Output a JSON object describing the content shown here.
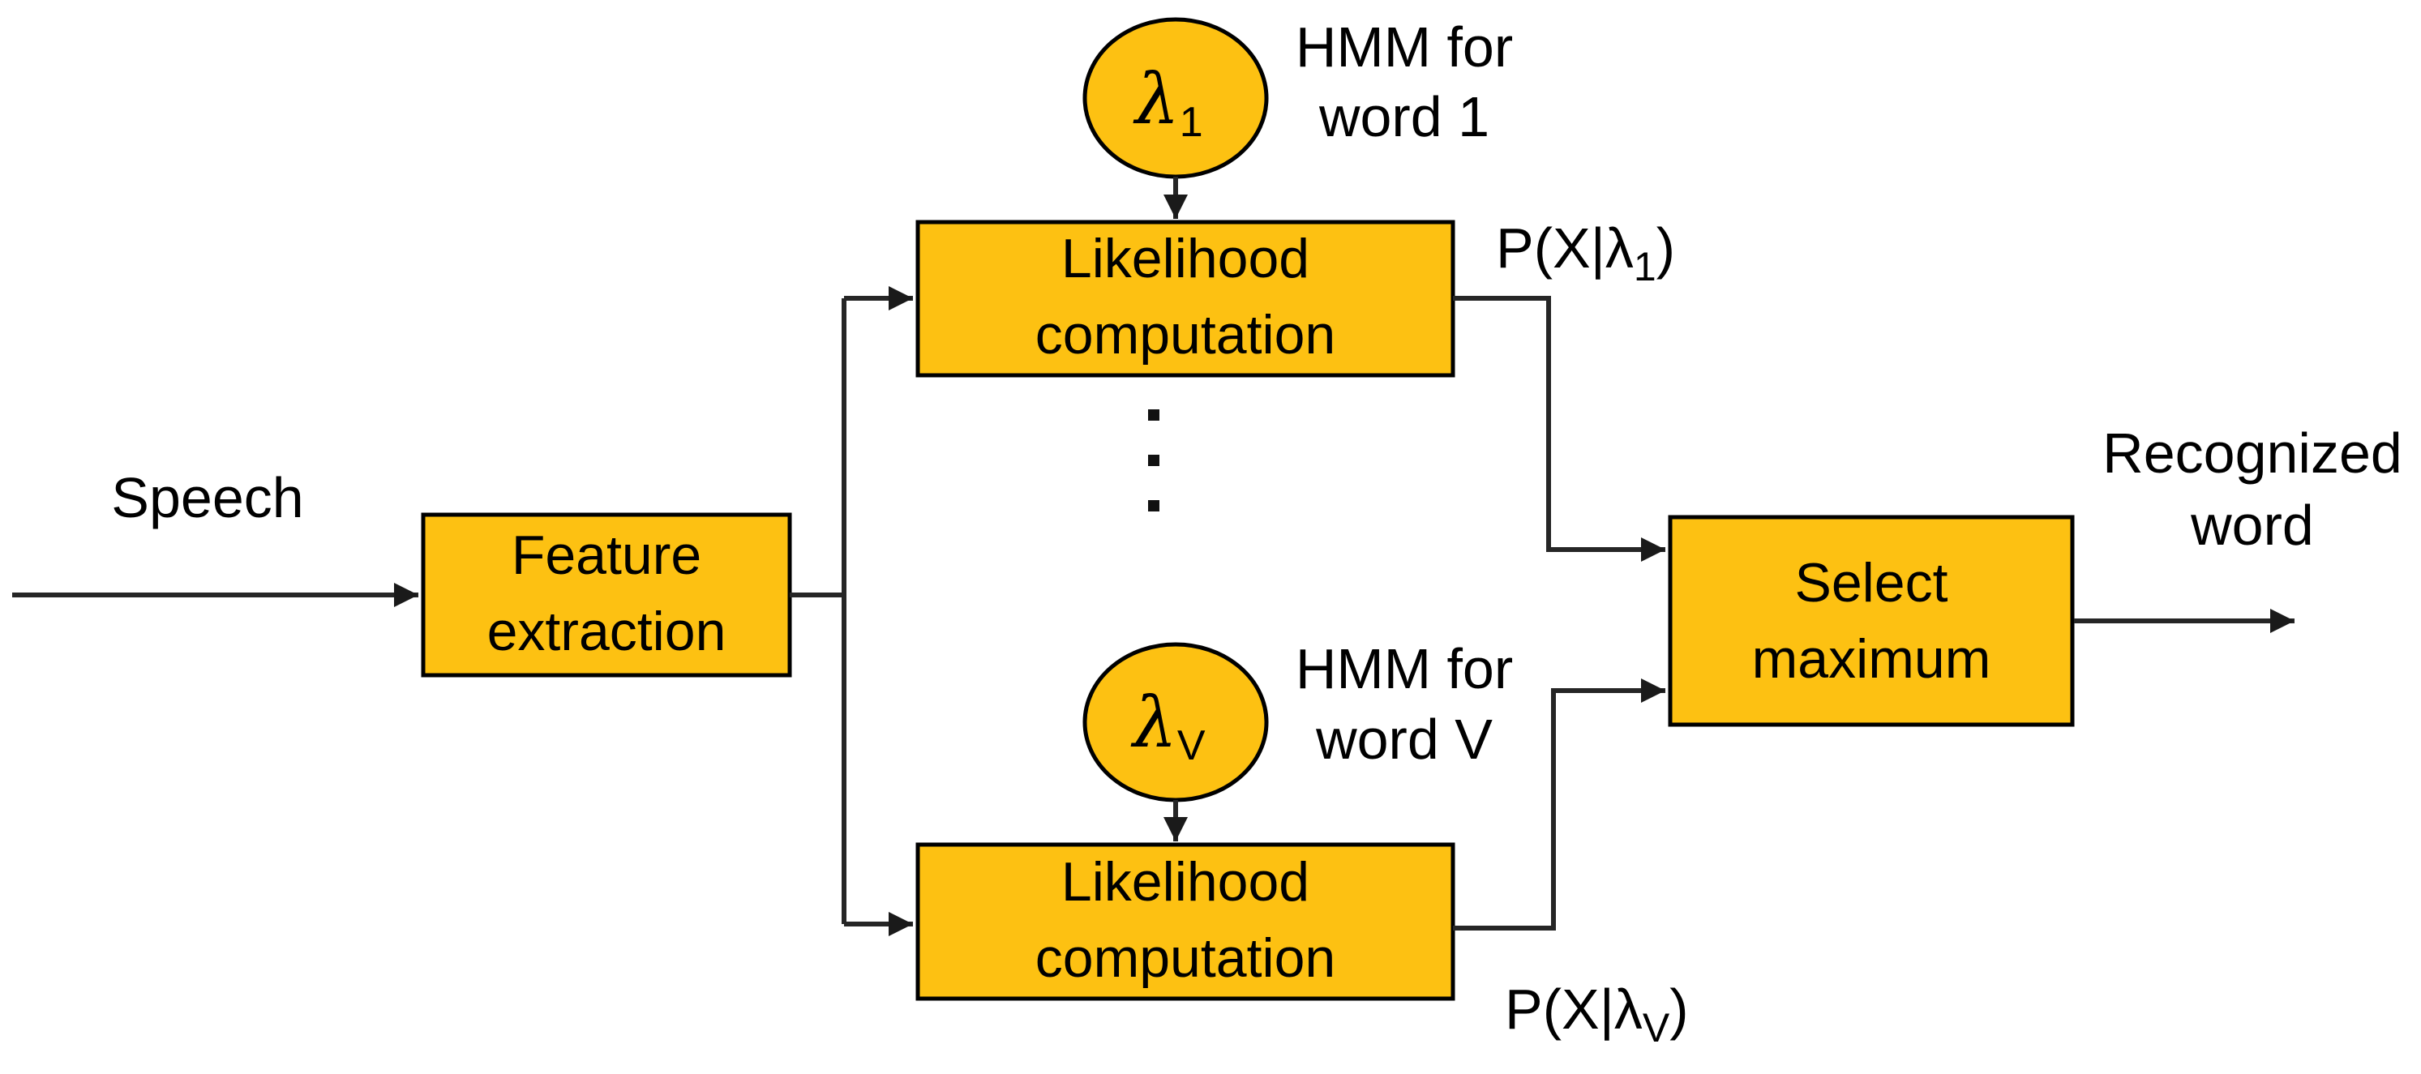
{
  "colors": {
    "node_fill": "#FDC112",
    "node_border": "#000000",
    "connector": "#262626",
    "text": "#000000",
    "background": "#FFFFFF"
  },
  "labels": {
    "speech": "Speech",
    "recognized_word_line1": "Recognized",
    "recognized_word_line2": "word"
  },
  "boxes": {
    "feature_extraction": {
      "line1": "Feature",
      "line2": "extraction"
    },
    "likelihood_top": {
      "line1": "Likelihood",
      "line2": "computation"
    },
    "likelihood_bottom": {
      "line1": "Likelihood",
      "line2": "computation"
    },
    "select_maximum": {
      "line1": "Select",
      "line2": "maximum"
    }
  },
  "hmm_models": {
    "word_1": {
      "symbol": "λ",
      "subscript": "1",
      "caption_line1": "HMM for",
      "caption_line2": "word 1"
    },
    "word_V": {
      "symbol": "λ",
      "subscript": "V",
      "caption_line1": "HMM for",
      "caption_line2": "word V"
    }
  },
  "likelihood_outputs": {
    "word_1": {
      "prefix": "P(X|λ",
      "subscript": "1",
      "suffix": ")"
    },
    "word_V": {
      "prefix": "P(X|λ",
      "subscript": "V",
      "suffix": ")"
    }
  },
  "ellipsis": {
    "glyph": "⋮",
    "dot_count": 3
  }
}
